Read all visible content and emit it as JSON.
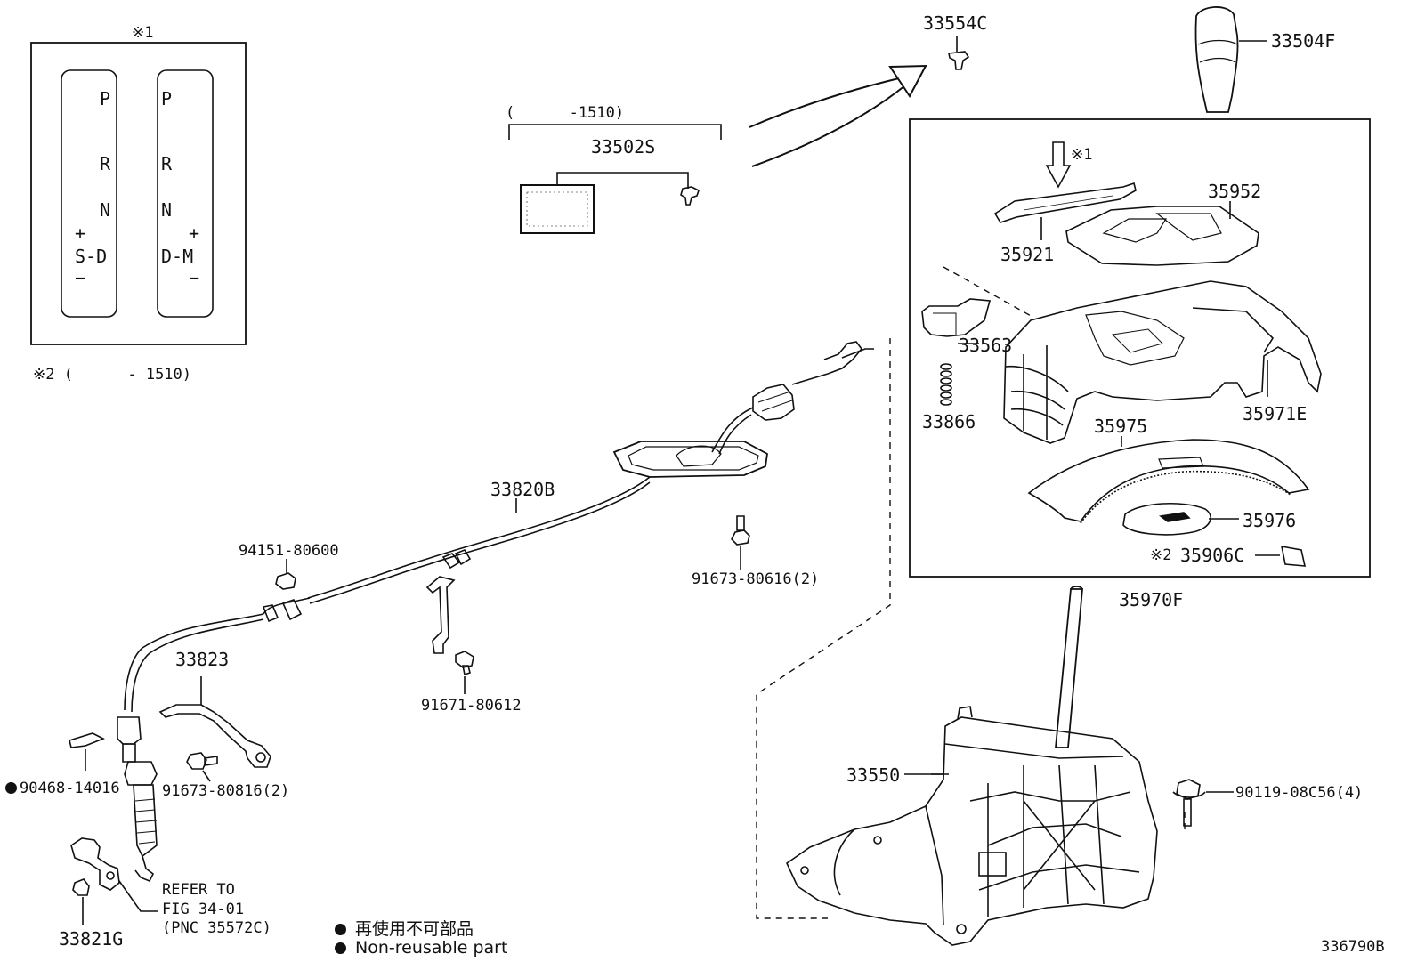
{
  "diagram_id": "336790B",
  "callouts": {
    "p33554C": "33554C",
    "p33504F": "33504F",
    "p33502S": "33502S",
    "range1": "(      -1510)",
    "note_mark1": "※1",
    "p35952": "35952",
    "p35921": "35921",
    "p33563": "33563",
    "p33866": "33866",
    "p35971E": "35971E",
    "p35975": "35975",
    "p35976": "35976",
    "p35906C_mark": "※2",
    "p35906C": "35906C",
    "p35970F": "35970F",
    "p33820B": "33820B",
    "p94151": "94151-80600",
    "p91673_616": "91673-80616(2)",
    "p91671": "91671-80612",
    "p33823": "33823",
    "p91673_816": "91673-80816(2)",
    "p90468": "90468-14016",
    "p33550": "33550",
    "p90119": "90119-08C56(4)",
    "p33821G": "33821G",
    "refer1": "REFER TO",
    "refer2": "FIG 34-01",
    "refer3": "(PNC 35572C)"
  },
  "gate_panel": {
    "title": "※1",
    "note": "※2 (      - 1510)",
    "left_gate": {
      "p": "P",
      "r": "R",
      "n": "N",
      "plus": "+",
      "sd": "S-D",
      "minus": "−"
    },
    "right_gate": {
      "p": "P",
      "r": "R",
      "n": "N",
      "plus": "+",
      "dm": "D-M",
      "minus": "−"
    }
  },
  "legend": {
    "jp": "再使用不可部品",
    "en": "Non-reusable part"
  }
}
